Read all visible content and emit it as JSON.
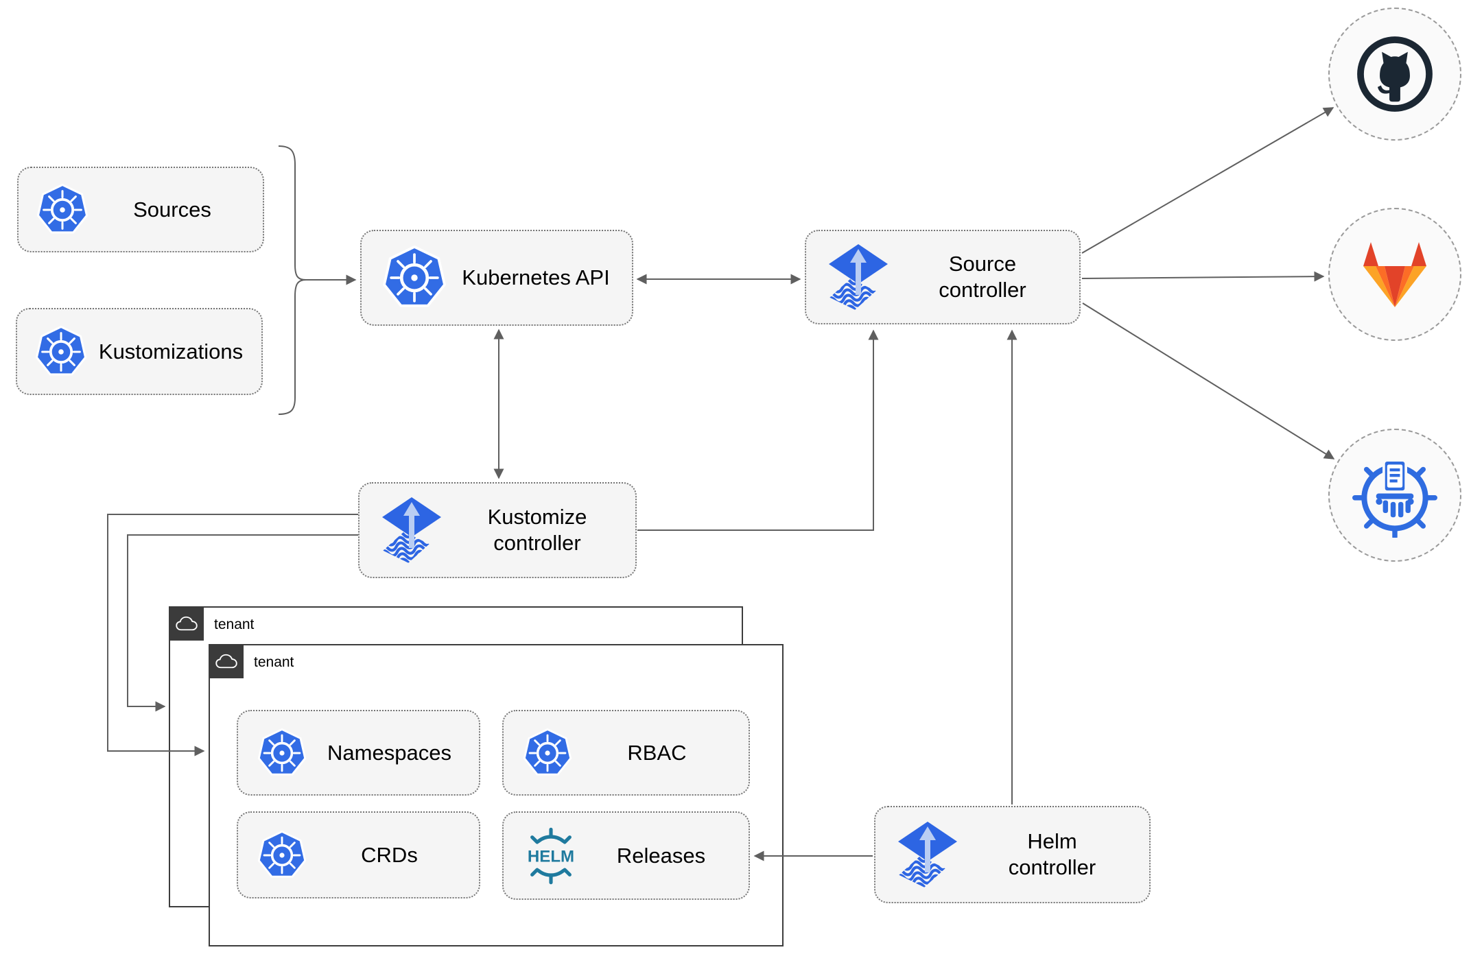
{
  "diagram": {
    "nodes": {
      "sources": "Sources",
      "kustomizations": "Kustomizations",
      "kubernetes_api": "Kubernetes API",
      "source_controller": "Source\ncontroller",
      "kustomize_controller": "Kustomize\ncontroller",
      "helm_controller": "Helm\ncontroller",
      "namespaces": "Namespaces",
      "rbac": "RBAC",
      "crds": "CRDs",
      "releases": "Releases"
    },
    "containers": {
      "tenant_outer": "tenant",
      "tenant_inner": "tenant"
    },
    "helm_wordmark": "HELM",
    "remotes": [
      "github-logo",
      "gitlab-logo",
      "chartmuseum-logo"
    ],
    "icons": {
      "kubernetes": "kubernetes-wheel-heptagon",
      "flux": "flux-diamond-up-arrow-over-waves",
      "helm": "helm-ship-wheel-wordmark",
      "cloud": "cloud-outline",
      "github": "github-octocat-in-ring",
      "gitlab": "gitlab-tanuki-fox",
      "chartmuseum": "chartmuseum-wheel-document-columns"
    },
    "edges": [
      {
        "from": "sources+kustomizations (brace)",
        "to": "kubernetes_api",
        "arrows": "end"
      },
      {
        "from": "kubernetes_api",
        "to": "source_controller",
        "arrows": "both"
      },
      {
        "from": "kubernetes_api",
        "to": "kustomize_controller",
        "arrows": "both"
      },
      {
        "from": "kustomize_controller",
        "to": "source_controller",
        "arrows": "end"
      },
      {
        "from": "helm_controller",
        "to": "source_controller",
        "arrows": "end"
      },
      {
        "from": "source_controller",
        "to": "github",
        "arrows": "end"
      },
      {
        "from": "source_controller",
        "to": "gitlab",
        "arrows": "end"
      },
      {
        "from": "source_controller",
        "to": "chartmuseum",
        "arrows": "end"
      },
      {
        "from": "kustomize_controller",
        "to": "tenant_outer",
        "arrows": "end"
      },
      {
        "from": "kustomize_controller",
        "to": "tenant_inner",
        "arrows": "end"
      },
      {
        "from": "helm_controller",
        "to": "releases",
        "arrows": "end"
      }
    ],
    "colors": {
      "kubernetes_blue": "#326ce5",
      "flux_blue": "#2d65e3",
      "flux_arrow_light": "#b9cdf3",
      "helm_teal": "#1f7a9e",
      "github_dark": "#1b2733",
      "gitlab_red": "#e24329",
      "gitlab_orange": "#fc6d26",
      "gitlab_amber": "#fca326",
      "chartmuseum_blue": "#2f6ce0",
      "node_bg": "#f5f5f5",
      "node_border": "#757575",
      "container_border": "#3d3d3d",
      "tab_bg": "#3b3b3b",
      "arrow_gray": "#5f5f5f",
      "remote_bg": "#fafafa",
      "remote_border": "#9a9a9a"
    }
  }
}
